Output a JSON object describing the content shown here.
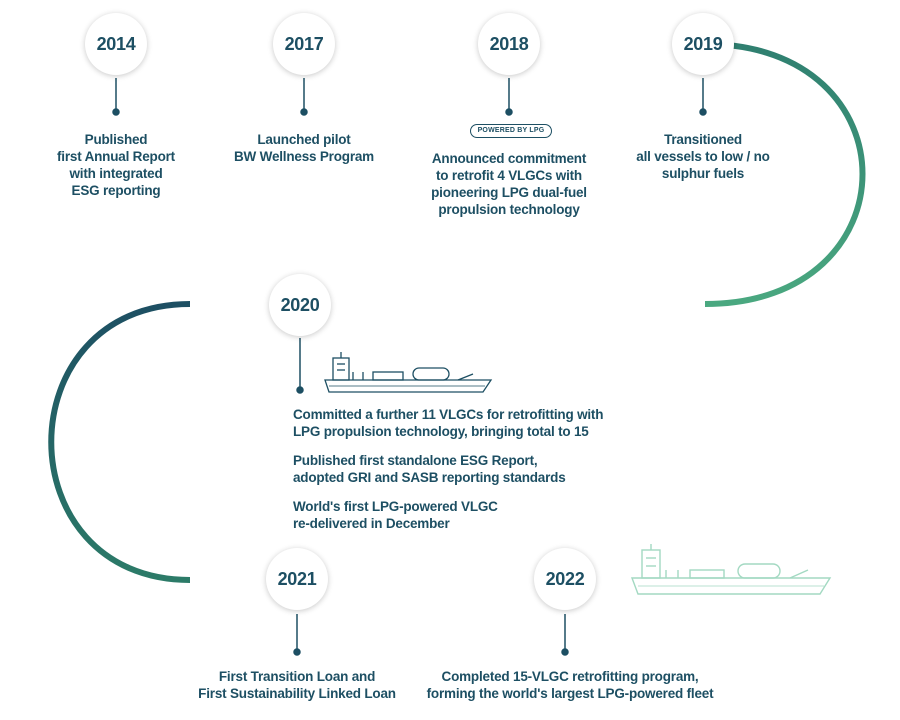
{
  "milestones": [
    {
      "year": "2014",
      "lines": [
        "Published",
        "first Annual Report",
        "with integrated",
        "ESG reporting"
      ]
    },
    {
      "year": "2017",
      "lines": [
        "Launched pilot",
        "BW Wellness Program"
      ]
    },
    {
      "year": "2018",
      "badge": "POWERED BY LPG",
      "lines": [
        "Announced commitment",
        "to retrofit 4 VLGCs with",
        "pioneering LPG dual-fuel",
        "propulsion technology"
      ]
    },
    {
      "year": "2019",
      "lines": [
        "Transitioned",
        "all vessels to low / no",
        "sulphur fuels"
      ]
    },
    {
      "year": "2020",
      "paragraphs": [
        [
          "Committed a further 11 VLGCs for retrofitting with",
          "LPG propulsion technology, bringing total to 15"
        ],
        [
          "Published first standalone ESG Report,",
          "adopted GRI and SASB reporting standards"
        ],
        [
          "World's first LPG-powered VLGC",
          "re-delivered in December"
        ]
      ]
    },
    {
      "year": "2021",
      "lines": [
        "First Transition Loan and",
        "First Sustainability Linked Loan"
      ]
    },
    {
      "year": "2022",
      "lines": [
        "Completed 15-VLGC retrofitting program,",
        "forming the world's largest LPG-powered fleet"
      ]
    }
  ],
  "colors": {
    "dark_teal": "#1d4f63",
    "mid_green": "#2f8a72",
    "light_green": "#5cc28d",
    "ship_outline": "#a3d9c2"
  },
  "icons": [
    "ship-icon",
    "ship-icon"
  ]
}
